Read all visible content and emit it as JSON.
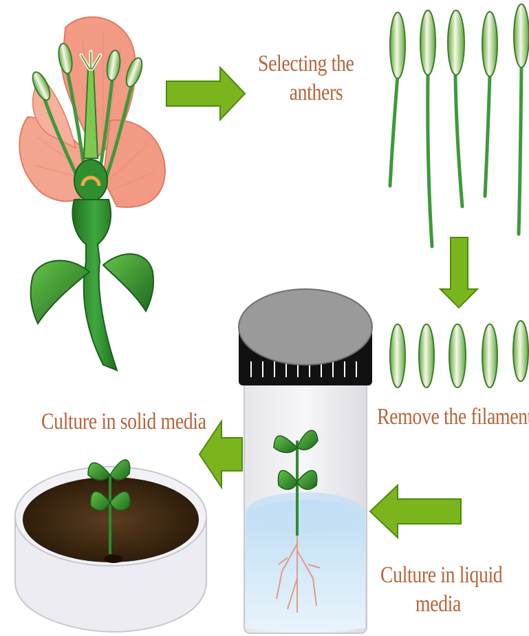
{
  "labels": {
    "select_line1": "Selecting the",
    "select_line2": "anthers",
    "remove_filament": "Remove the filament",
    "culture_solid": "Culture in solid media",
    "culture_liquid_line1": "Culture in liquid",
    "culture_liquid_line2": "media"
  },
  "colors": {
    "label_text": "#b8643a",
    "arrow_green": "#7ab51d",
    "petal": "#f08f7a",
    "plant_green": "#2e8b2e",
    "jar_lid": "#9a9a9a",
    "jar_cap_band": "#111111",
    "solid_medium": "#3b2a18",
    "liquid_medium": "#cfe6f7"
  },
  "icons": [
    "flower-illustration",
    "anther-stamens",
    "arrow-right",
    "arrow-down",
    "arrow-left",
    "culture-jar",
    "petri-dish-seedling"
  ]
}
